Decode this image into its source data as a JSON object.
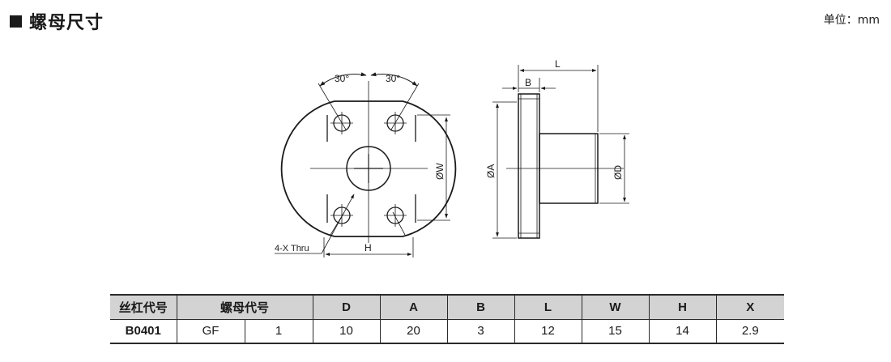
{
  "header": {
    "title": "螺母尺寸",
    "unit": "单位：mm"
  },
  "drawing": {
    "front_view": {
      "angle_left": "30°",
      "angle_right": "30°",
      "dim_w": "ØW",
      "dim_h": "H",
      "hole_callout": "4-X Thru"
    },
    "side_view": {
      "dim_l": "L",
      "dim_b": "B",
      "dim_a": "ØA",
      "dim_d": "ØD"
    }
  },
  "table": {
    "headers": [
      "丝杠代号",
      "螺母代号",
      "D",
      "A",
      "B",
      "L",
      "W",
      "H",
      "X"
    ],
    "row": [
      "B0401",
      "GF",
      "1",
      "10",
      "20",
      "3",
      "12",
      "15",
      "14",
      "2.9"
    ]
  }
}
